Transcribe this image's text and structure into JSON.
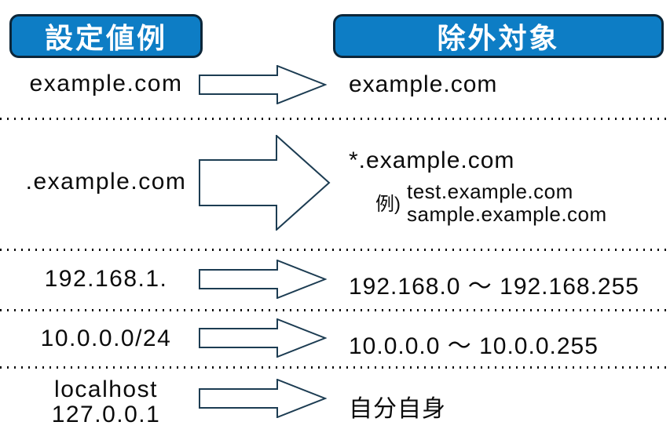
{
  "colors": {
    "header_bg": "#0d7dc5",
    "header_border": "#0c2639",
    "arrow_stroke": "#1c3c52",
    "text": "#0b0b0b"
  },
  "headers": {
    "settings": "設定値例",
    "targets": "除外対象"
  },
  "rows": [
    {
      "setting": "example.com",
      "target": "example.com"
    },
    {
      "setting": ".example.com",
      "target": "*.example.com",
      "example_prefix": "例)",
      "example1": "test.example.com",
      "example2": "sample.example.com"
    },
    {
      "setting": "192.168.1.",
      "target": "192.168.0 ～ 192.168.255"
    },
    {
      "setting": "10.0.0.0/24",
      "target": "10.0.0.0 ～ 10.0.0.255"
    },
    {
      "setting": "localhost\n127.0.0.1",
      "target": "自分自身"
    }
  ]
}
